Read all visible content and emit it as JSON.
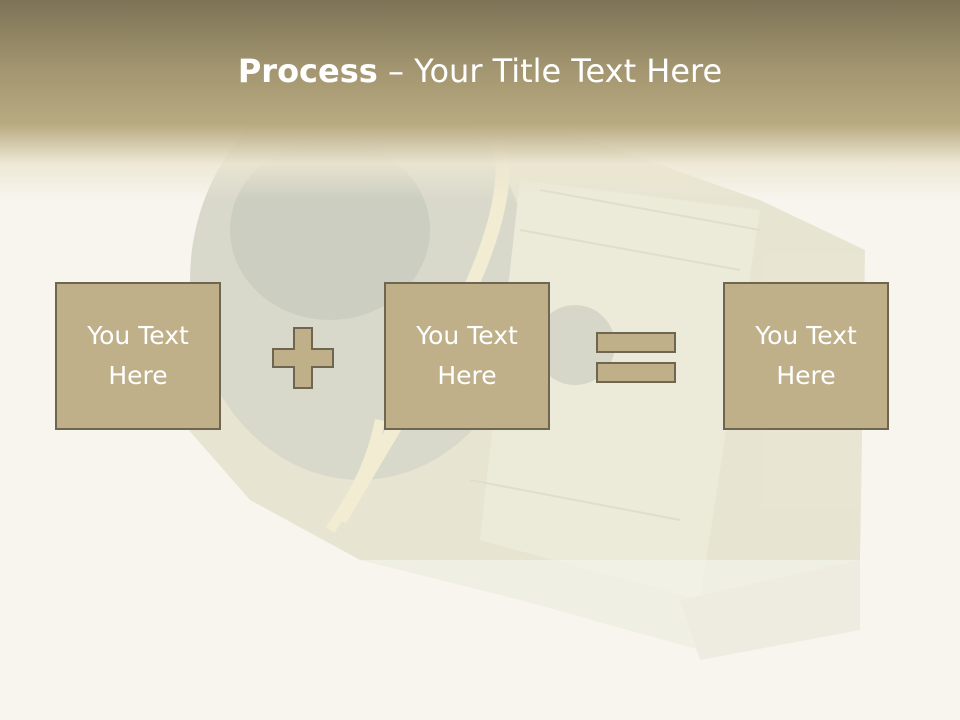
{
  "slide": {
    "title_bold": "Process",
    "title_rest": " – Your Title Text Here"
  },
  "process": {
    "boxes": [
      {
        "label": "You Text Here"
      },
      {
        "label": "You Text Here"
      },
      {
        "label": "You Text Here"
      }
    ],
    "operators": [
      "plus-icon",
      "equals-icon"
    ]
  },
  "colors": {
    "header_dark": "#7d7356",
    "header_light": "#b8aa80",
    "box_fill": "#bfb08a",
    "box_border": "#6e6650",
    "text": "#ffffff"
  },
  "background_image": "money-stack-photo"
}
